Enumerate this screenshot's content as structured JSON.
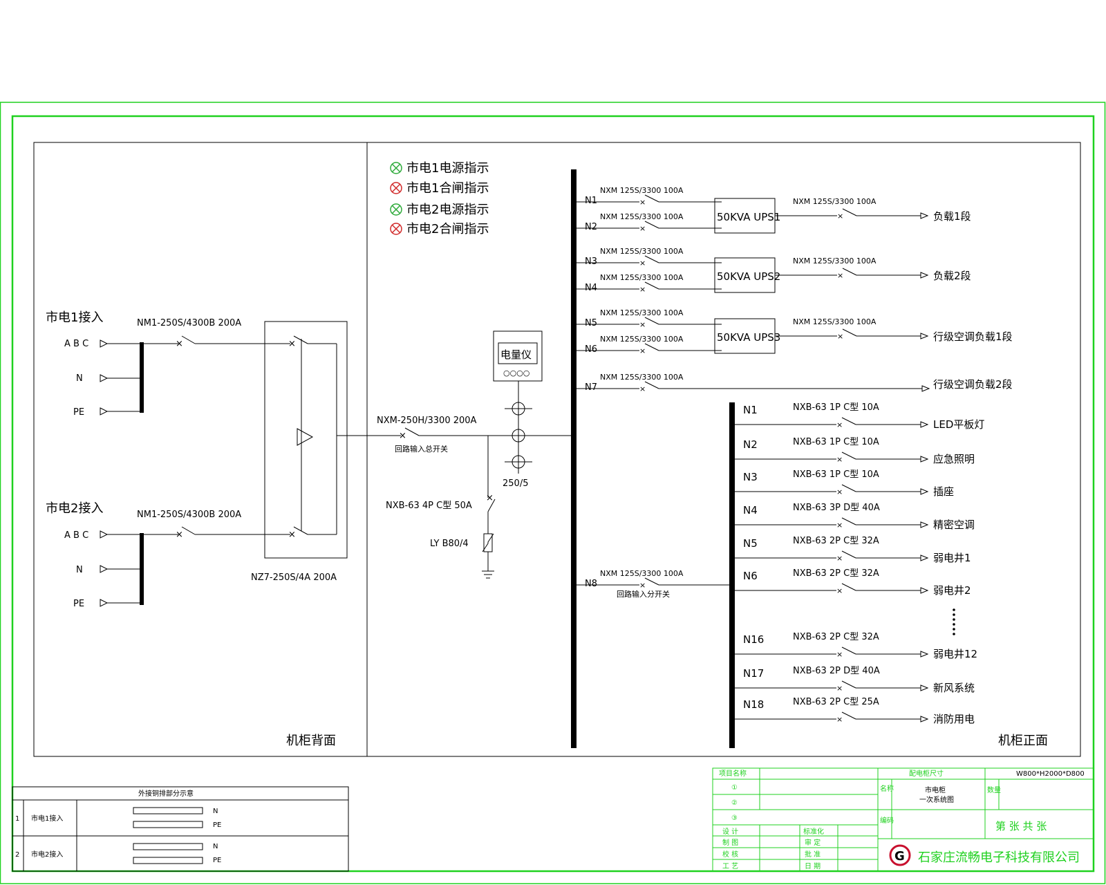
{
  "indicators": [
    {
      "label": "市电1电源指示",
      "color": "#2eaa3a"
    },
    {
      "label": "市电1合闸指示",
      "color": "#d12a2a"
    },
    {
      "label": "市电2电源指示",
      "color": "#2eaa3a"
    },
    {
      "label": "市电2合闸指示",
      "color": "#d12a2a"
    }
  ],
  "left": {
    "sources": [
      {
        "title": "市电1接入",
        "breaker": "NM1-250S/4300B 200A",
        "abc": "A B C",
        "n": "N",
        "pe": "PE"
      },
      {
        "title": "市电2接入",
        "breaker": "NM1-250S/4300B 200A",
        "abc": "A B C",
        "n": "N",
        "pe": "PE"
      }
    ],
    "ats": "NZ7-250S/4A 200A",
    "panel_label": "机柜背面"
  },
  "mains": {
    "breaker": "NXM-250H/3300 200A",
    "breaker_desc": "回路输入总开关",
    "meter": "电量仪",
    "meter_dots": "○○○○",
    "ct": "250/5",
    "spd_breaker": "NXB-63 4P C型 50A",
    "spd": "LY B80/4"
  },
  "bus_feeders": [
    {
      "id": "N1",
      "breaker": "NXM 125S/3300 100A"
    },
    {
      "id": "N2",
      "breaker": "NXM 125S/3300 100A"
    },
    {
      "id": "N3",
      "breaker": "NXM 125S/3300 100A"
    },
    {
      "id": "N4",
      "breaker": "NXM 125S/3300 100A"
    },
    {
      "id": "N5",
      "breaker": "NXM 125S/3300 100A"
    },
    {
      "id": "N6",
      "breaker": "NXM 125S/3300 100A"
    },
    {
      "id": "N7",
      "breaker": "NXM 125S/3300 100A"
    },
    {
      "id": "N8",
      "breaker": "NXM 125S/3300 100A",
      "desc": "回路输入分开关"
    }
  ],
  "ups": [
    {
      "label": "50KVA UPS1",
      "out_breaker": "NXM 125S/3300 100A",
      "load": "负载1段"
    },
    {
      "label": "50KVA UPS2",
      "out_breaker": "NXM 125S/3300 100A",
      "load": "负载2段"
    },
    {
      "label": "50KVA UPS3",
      "out_breaker": "NXM 125S/3300 100A",
      "load": "行级空调负载1段"
    }
  ],
  "n7_load": "行级空调负载2段",
  "sub_feeders": [
    {
      "id": "N1",
      "breaker": "NXB-63 1P C型 10A",
      "load": "LED平板灯"
    },
    {
      "id": "N2",
      "breaker": "NXB-63 1P C型 10A",
      "load": "应急照明"
    },
    {
      "id": "N3",
      "breaker": "NXB-63 1P C型 10A",
      "load": "插座"
    },
    {
      "id": "N4",
      "breaker": "NXB-63 3P D型 40A",
      "load": "精密空调"
    },
    {
      "id": "N5",
      "breaker": "NXB-63 2P C型 32A",
      "load": "弱电井1"
    },
    {
      "id": "N6",
      "breaker": "NXB-63 2P C型 32A",
      "load": "弱电井2"
    },
    {
      "id": "N16",
      "breaker": "NXB-63 2P C型 32A",
      "load": "弱电井12"
    },
    {
      "id": "N17",
      "breaker": "NXB-63 2P D型 40A",
      "load": "新风系统"
    },
    {
      "id": "N18",
      "breaker": "NXB-63 2P C型 25A",
      "load": "消防用电"
    }
  ],
  "front_label": "机柜正面",
  "copper": {
    "title": "外接铜排部分示意",
    "rows": [
      {
        "num": "1",
        "name": "市电1接入",
        "bars": [
          "N",
          "PE"
        ]
      },
      {
        "num": "2",
        "name": "市电2接入",
        "bars": [
          "N",
          "PE"
        ]
      }
    ]
  },
  "title_block": {
    "project_label": "项目名称",
    "rows": [
      "①",
      "②",
      "③"
    ],
    "size_label": "配电柜尺寸",
    "size_value": "W800*H2000*D800",
    "name_label": "名称",
    "name_value_1": "市电柜",
    "name_value_2": "一次系统图",
    "qty_label": "数量",
    "code_label": "编码",
    "sheet": "第 张 共 张",
    "roles_left": [
      "设 计",
      "制 图",
      "校 核",
      "工 艺"
    ],
    "roles_right": [
      "标准化",
      "审 定",
      "批 准",
      "日 期"
    ],
    "company": "石家庄流畅电子科技有限公司"
  },
  "colors": {
    "frame": "#1fd11f",
    "line": "#000000",
    "company": "#1fd11f",
    "logo": "#c8102e"
  }
}
